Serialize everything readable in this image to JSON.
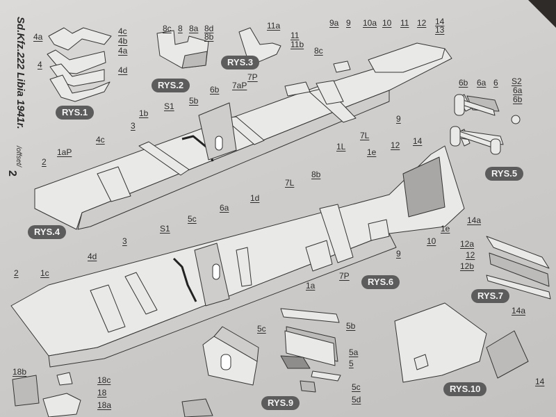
{
  "sheet": {
    "title": "Sd.Kfz.222 Libia 1941r.",
    "publisher_note": "/offset/",
    "page_number": "2"
  },
  "figures": [
    {
      "id": "rys1",
      "label": "RYS.1"
    },
    {
      "id": "rys2",
      "label": "RYS.2"
    },
    {
      "id": "rys3",
      "label": "RYS.3"
    },
    {
      "id": "rys4",
      "label": "RYS.4"
    },
    {
      "id": "rys5",
      "label": "RYS.5"
    },
    {
      "id": "rys6",
      "label": "RYS.6"
    },
    {
      "id": "rys7",
      "label": "RYS.7"
    },
    {
      "id": "rys9",
      "label": "RYS.9"
    },
    {
      "id": "rys10",
      "label": "RYS.10"
    }
  ],
  "part_labels": [
    "4a",
    "4c",
    "4b",
    "4a",
    "4",
    "4d",
    "8c",
    "8",
    "8a",
    "8d",
    "8b",
    "11a",
    "11",
    "11b",
    "9a",
    "9",
    "10a",
    "10",
    "11",
    "12",
    "14",
    "13",
    "8c",
    "7P",
    "7aP",
    "6b",
    "6b",
    "6a",
    "6",
    "S2",
    "6a",
    "6b",
    "1b",
    "S1",
    "5b",
    "3",
    "4c",
    "1aP",
    "2",
    "1L",
    "7L",
    "9",
    "1e",
    "12",
    "14",
    "14a",
    "1e",
    "10",
    "7L",
    "8b",
    "1d",
    "6a",
    "5c",
    "S1",
    "3",
    "4d",
    "2",
    "1c",
    "1a",
    "7P",
    "9",
    "12a",
    "12",
    "12b",
    "5b",
    "5c",
    "5a",
    "5",
    "5c",
    "5d",
    "14a",
    "14",
    "18b",
    "18c",
    "18",
    "18a"
  ],
  "colors": {
    "paper": "#d6d4d2",
    "part_fill": "#e9e9e7",
    "part_shade": "#a9a7a5",
    "line": "#333333",
    "badge": "#5c5c5c"
  }
}
